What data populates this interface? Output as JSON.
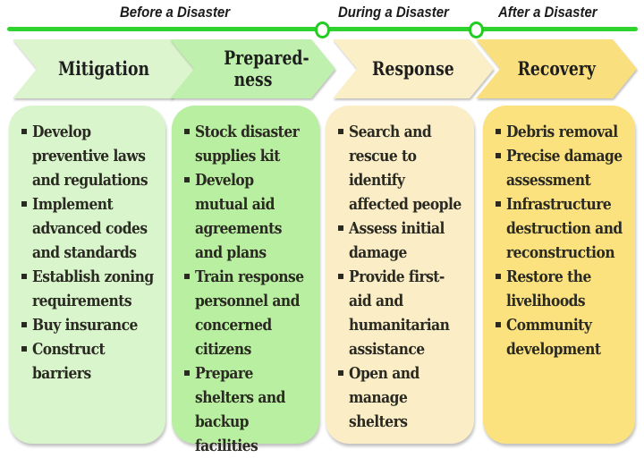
{
  "header": {
    "periods": [
      {
        "label": "Before a Disaster"
      },
      {
        "label": "During a Disaster"
      },
      {
        "label": "After a Disaster"
      }
    ],
    "timeline_color": "#2fd22f"
  },
  "phases": [
    {
      "title": "Mitigation",
      "chevron_color": "#dcf5cf",
      "panel_color": "#d9f5cc",
      "items": [
        "Develop preventive laws and regulations",
        "Implement advanced codes and standards",
        "Establish zoning requirements",
        "Buy insurance",
        "Construct barriers"
      ]
    },
    {
      "title": "Prepared-ness",
      "chevron_color": "#bff0ad",
      "panel_color": "#b8efa0",
      "items": [
        "Stock disaster supplies kit",
        "Develop mutual aid agreements and plans",
        "Train response personnel and concerned citizens",
        "Prepare shelters and backup facilities"
      ]
    },
    {
      "title": "Response",
      "chevron_color": "#fbefc8",
      "panel_color": "#fbeec6",
      "items": [
        "Search and rescue to identify affected people",
        "Assess initial damage",
        "Provide first-aid and humanitarian assistance",
        "Open and manage shelters"
      ]
    },
    {
      "title": "Recovery",
      "chevron_color": "#f9df7e",
      "panel_color": "#fbe27e",
      "items": [
        "Debris removal",
        "Precise damage assessment",
        "Infrastructure destruction and reconstruction",
        "Restore the livelihoods",
        "Community development"
      ]
    }
  ]
}
